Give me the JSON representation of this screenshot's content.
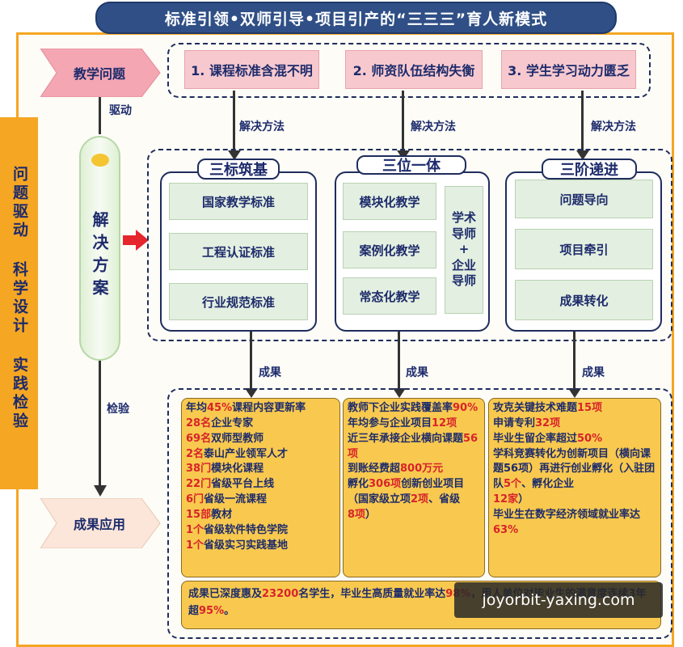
{
  "title": "标准引领•双师引导•项目引产的“三三三”育人新模式",
  "left_band": "问题驱动 科学设计 实践检验",
  "left_flow": {
    "problem_label": "教学问题",
    "drive_label": "驱动",
    "solution_label": "解决方案",
    "check_label": "检验",
    "application_label": "成果应用"
  },
  "problems": [
    "1. 课程标准含混不明",
    "2. 师资队伍结构失衡",
    "3. 学生学习动力匮乏"
  ],
  "method_label": "解决方法",
  "result_label": "成果",
  "groups": [
    {
      "title": "三标筑基",
      "items": [
        "国家教学标准",
        "工程认证标准",
        "行业规范标准"
      ]
    },
    {
      "title": "三位一体",
      "items": [
        "模块化教学",
        "案例化教学",
        "常态化教学"
      ],
      "side": [
        "学术",
        "导师",
        "+",
        "企业",
        "导师"
      ]
    },
    {
      "title": "三阶递进",
      "items": [
        "问题导向",
        "项目牵引",
        "成果转化"
      ]
    }
  ],
  "results": {
    "col1": [
      {
        "a": "年均",
        "r": "45%",
        "b": "课程内容更新率"
      },
      {
        "a": "",
        "r": "28名",
        "b": "企业专家"
      },
      {
        "a": "",
        "r": "69名",
        "b": "双师型教师"
      },
      {
        "a": "",
        "r": "2名",
        "b": "泰山产业领军人才"
      },
      {
        "a": "",
        "r": "38门",
        "b": "模块化课程"
      },
      {
        "a": "",
        "r": "22门",
        "b": "省级平台上线"
      },
      {
        "a": "",
        "r": "6门",
        "b": "省级一流课程"
      },
      {
        "a": "",
        "r": "15部",
        "b": "教材"
      },
      {
        "a": "",
        "r": "1个",
        "b": "省级软件特色学院"
      },
      {
        "a": "",
        "r": "1个",
        "b": "省级实习实践基地"
      }
    ],
    "col2": [
      {
        "a": "教师下企业实践覆盖率",
        "r": "90%",
        "b": ""
      },
      {
        "a": "年均参与企业项目",
        "r": "12项",
        "b": ""
      },
      {
        "a": "近三年承接企业横向课题",
        "r": "56项",
        "b": ""
      },
      {
        "a": "到账经费超",
        "r": "800万元",
        "b": ""
      },
      {
        "a": "孵化",
        "r": "306项",
        "b": "创新创业项目"
      },
      {
        "a": "（国家级立项",
        "r": "2项",
        "b": "、省级"
      },
      {
        "a": "",
        "r": "8项",
        "b": "）"
      }
    ],
    "col3": [
      {
        "a": "攻克关键技术难题",
        "r": "15项",
        "b": ""
      },
      {
        "a": "申请专利",
        "r": "32项",
        "b": ""
      },
      {
        "a": "毕业生留企率超过",
        "r": "50%",
        "b": ""
      },
      {
        "a": "学科竞赛转化为创新项目（横向课题56项）再进行创业孵化（入驻团队",
        "r": "5个",
        "b": "、孵化企业"
      },
      {
        "a": "",
        "r": "12家",
        "b": "）"
      },
      {
        "a": "毕业生在数字经济领域就业率达",
        "r": "63%",
        "b": ""
      }
    ],
    "bottom": {
      "a": "成果已深度惠及",
      "r": "23200",
      "b": "名学生，毕业生高质量就业率达",
      "r2": "98%",
      "c": "，用人单位对毕业生的满意度连续3年超",
      "r3": "95%",
      "d": "。"
    }
  },
  "watermark": "joyorbit-yaxing.com"
}
